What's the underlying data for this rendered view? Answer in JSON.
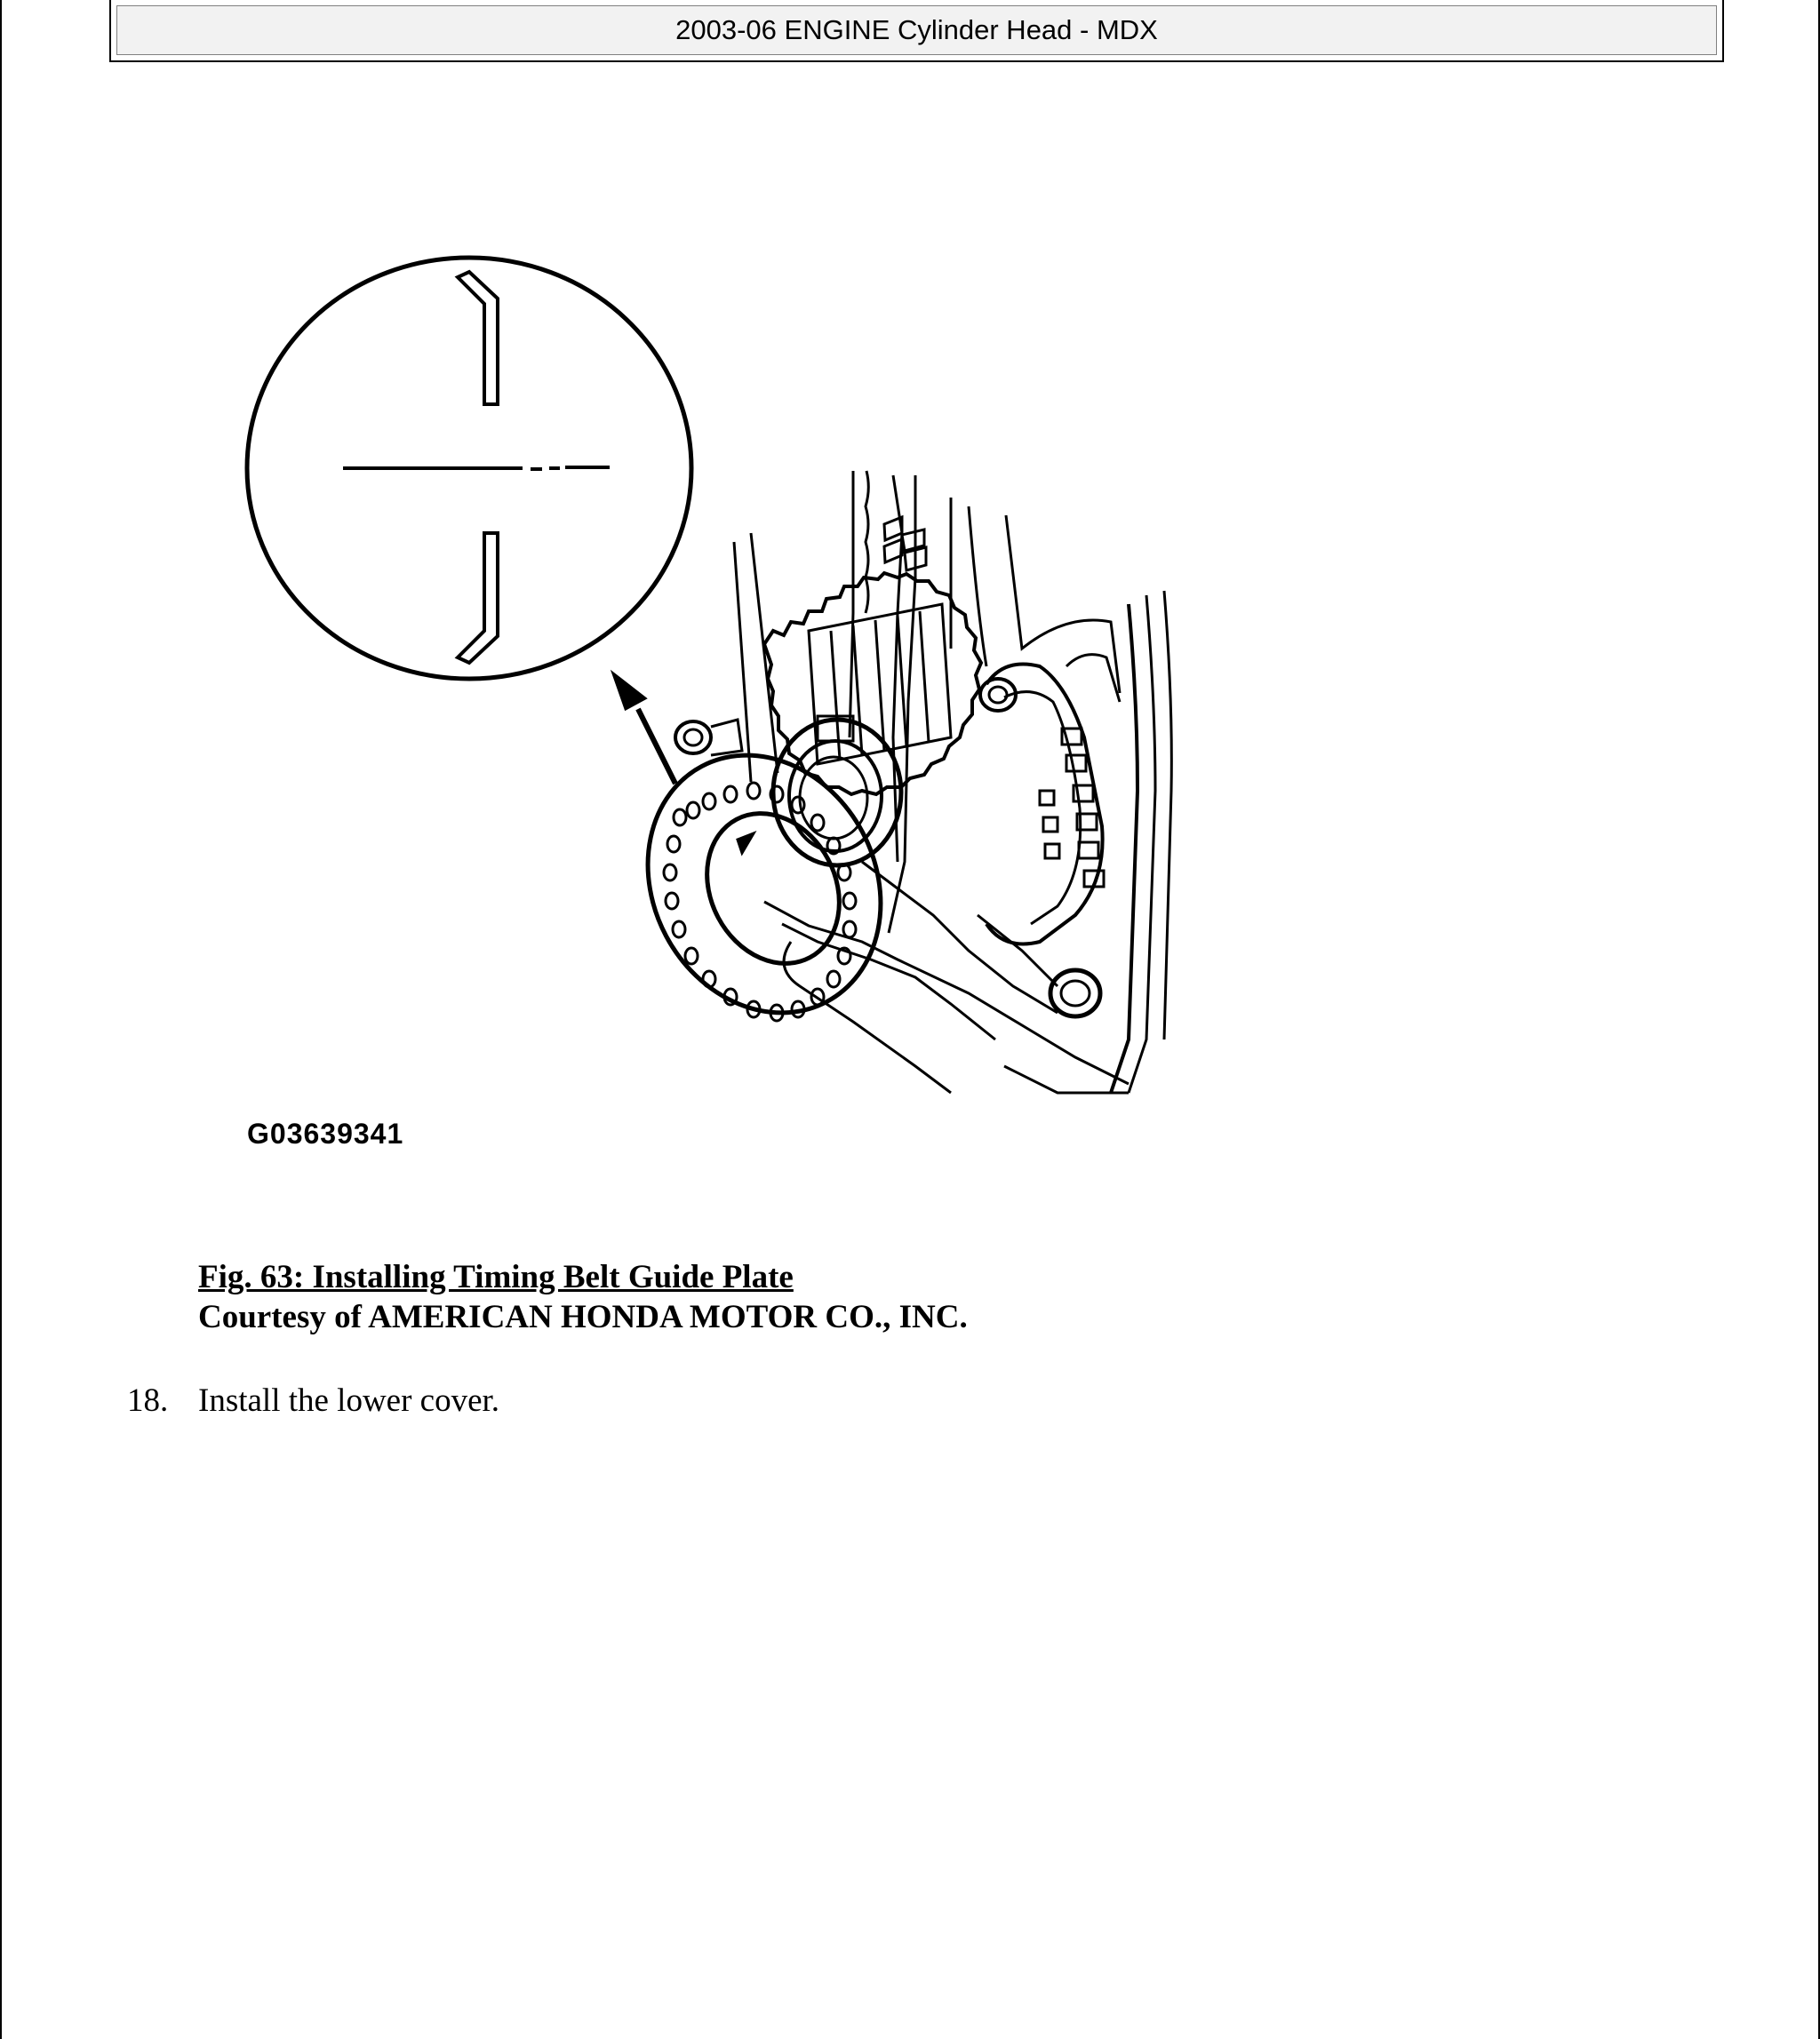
{
  "header": {
    "title": "2003-06 ENGINE Cylinder Head - MDX"
  },
  "figure": {
    "code": "G03639341",
    "caption_title": "Fig. 63: Installing Timing Belt Guide Plate",
    "courtesy": "Courtesy of AMERICAN HONDA MOTOR CO., INC."
  },
  "steps": [
    {
      "number": "18.",
      "text": "Install the lower cover."
    }
  ]
}
